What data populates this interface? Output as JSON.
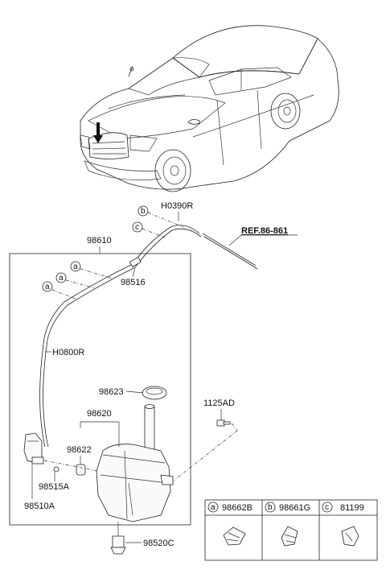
{
  "labels": {
    "hose_top": "H0390R",
    "ref": "REF.86-861",
    "hose_assy": "98610",
    "joint": "98516",
    "hose_side": "H0800R",
    "cap": "98623",
    "reservoir": "98620",
    "filler": "98622",
    "bolt": "1125AD",
    "pump_conn": "98515A",
    "pump": "98510A",
    "level_sensor": "98520C"
  },
  "callouts": {
    "a": "a",
    "b": "b",
    "c": "c"
  },
  "legend": [
    {
      "letter": "a",
      "part": "98662B"
    },
    {
      "letter": "b",
      "part": "98661G"
    },
    {
      "letter": "c",
      "part": "81199"
    }
  ]
}
